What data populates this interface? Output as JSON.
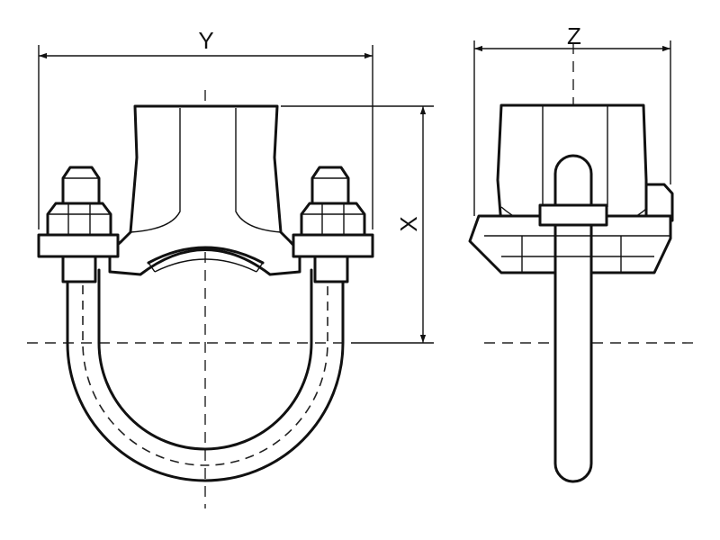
{
  "dimensions": {
    "y_label": "Y",
    "x_label": "X",
    "z_label": "Z"
  }
}
